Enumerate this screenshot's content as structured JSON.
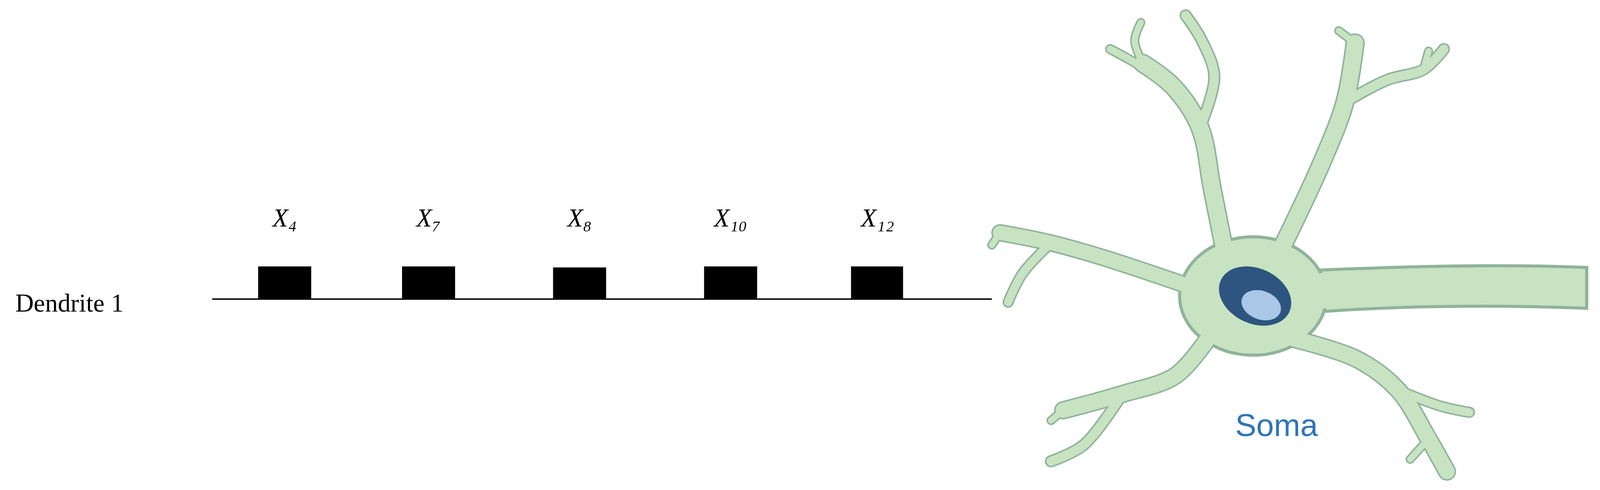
{
  "diagram": {
    "labels": [
      "Dendrite 1",
      "X₄",
      "X₇",
      "X₈",
      "X₁₀",
      "X₁₂",
      "Soma"
    ]
  }
}
